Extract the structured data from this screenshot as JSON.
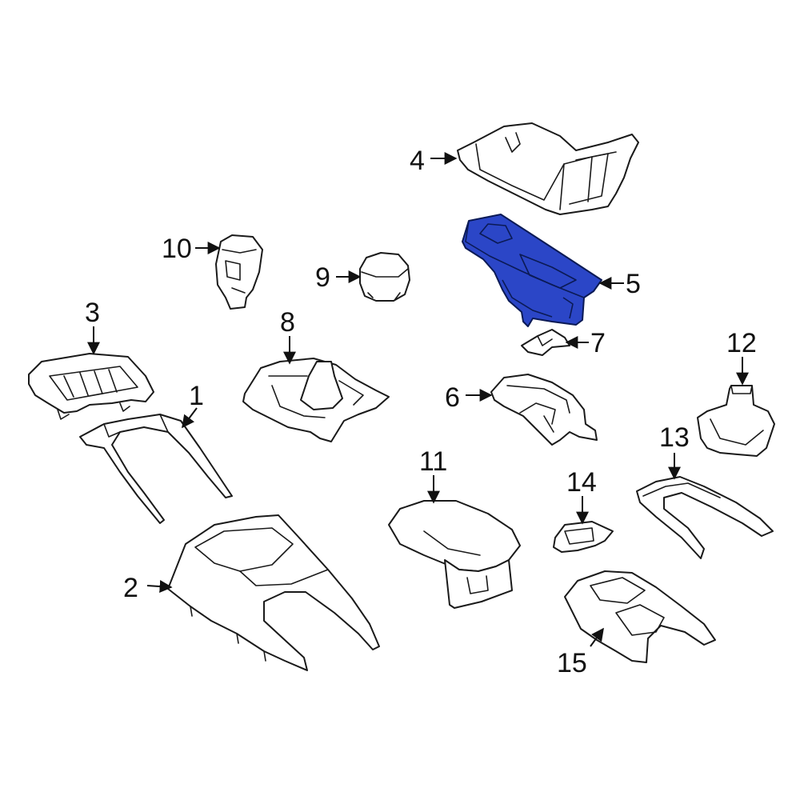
{
  "diagram": {
    "highlight_color": "#2b46c7",
    "line_color": "#1a1a1a",
    "callouts": [
      {
        "id": "1",
        "label": "1"
      },
      {
        "id": "2",
        "label": "2"
      },
      {
        "id": "3",
        "label": "3"
      },
      {
        "id": "4",
        "label": "4"
      },
      {
        "id": "5",
        "label": "5"
      },
      {
        "id": "6",
        "label": "6"
      },
      {
        "id": "7",
        "label": "7"
      },
      {
        "id": "8",
        "label": "8"
      },
      {
        "id": "9",
        "label": "9"
      },
      {
        "id": "10",
        "label": "10"
      },
      {
        "id": "11",
        "label": "11"
      },
      {
        "id": "12",
        "label": "12"
      },
      {
        "id": "13",
        "label": "13"
      },
      {
        "id": "14",
        "label": "14"
      },
      {
        "id": "15",
        "label": "15"
      }
    ]
  }
}
